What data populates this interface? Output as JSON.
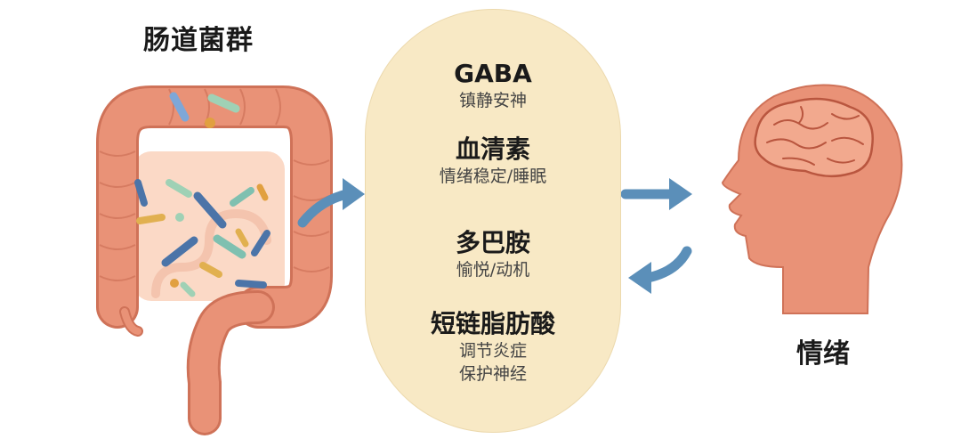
{
  "gut_microbiota_label": "肠道菌群",
  "emotion_label": "情绪",
  "mediators": [
    {
      "name": "GABA",
      "effects": [
        "镇静安神"
      ]
    },
    {
      "name": "血清素",
      "effects": [
        "情绪稳定/睡眠"
      ]
    },
    {
      "name": "多巴胺",
      "effects": [
        "愉悦/动机"
      ]
    },
    {
      "name": "短链脂肪酸",
      "effects": [
        "调节炎症",
        "保护神经"
      ]
    }
  ],
  "colors": {
    "intestine": "#e99277",
    "intestine_outline": "#cf7258",
    "capsule": "#f8e9c5",
    "arrow": "#5b8fb9",
    "head": "#e99277",
    "brain": "#f2a98e"
  }
}
